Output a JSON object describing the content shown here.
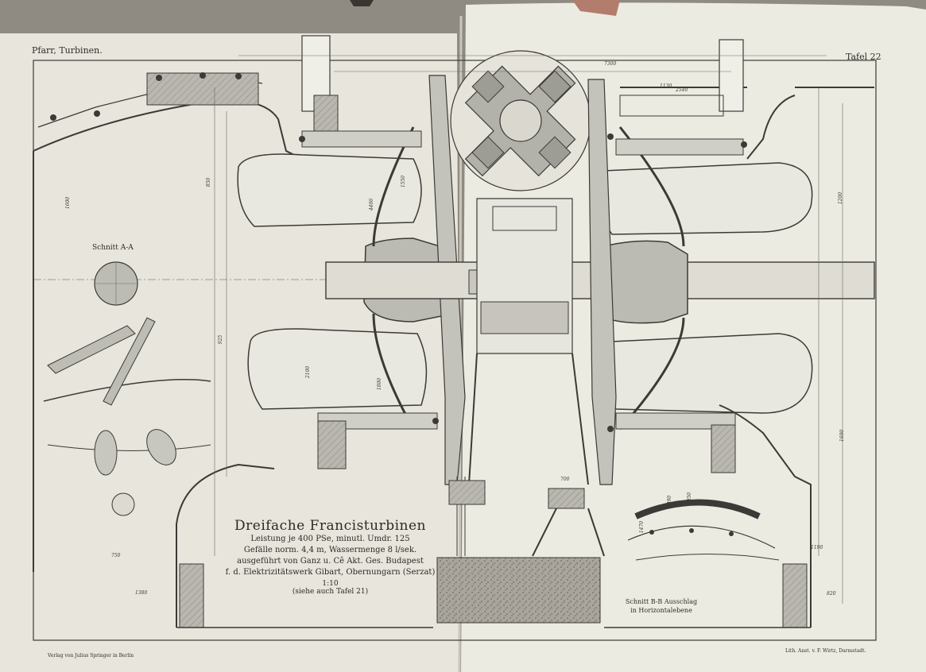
{
  "sheet": {
    "author": "Pfarr, Turbinen.",
    "plate": "Tafel 22",
    "publisher_note": "Verlag von Julius Springer in Berlin",
    "lithographer_note": "Lith. Anst. v. F. Wirtz, Darmstadt."
  },
  "title_block": {
    "title": "Dreifache Francisturbinen",
    "lines": [
      "Leistung je 400 PSe, minutl. Umdr. 125",
      "Gefälle norm. 4,4 m, Wassermenge 8 l/sek.",
      "ausgeführt von Ganz u. Cê Akt. Ges. Budapest",
      "f. d. Elektrizitätswerk Gibart, Obernungarn (Serzat)"
    ],
    "scale": "1:10",
    "reference": "(siehe auch Tafel 21)"
  },
  "section_labels": {
    "a": "Schnitt A-A",
    "b": "Schnitt B-B Ausschlag in Horizontalebene"
  },
  "dimension_labels": [
    "1600",
    "850",
    "925",
    "4400",
    "1550",
    "2100",
    "1800",
    "2540",
    "1200",
    "1600",
    "1190",
    "7300",
    "1470",
    "1090",
    "1950",
    "700",
    "750",
    "1380",
    "1130",
    "820"
  ],
  "colors": {
    "paper": "#ebe8de",
    "ink": "#3b3a36",
    "section_fill": "#b6b5ae",
    "foundation": "#9e9a93",
    "background": "#8f8a82"
  }
}
